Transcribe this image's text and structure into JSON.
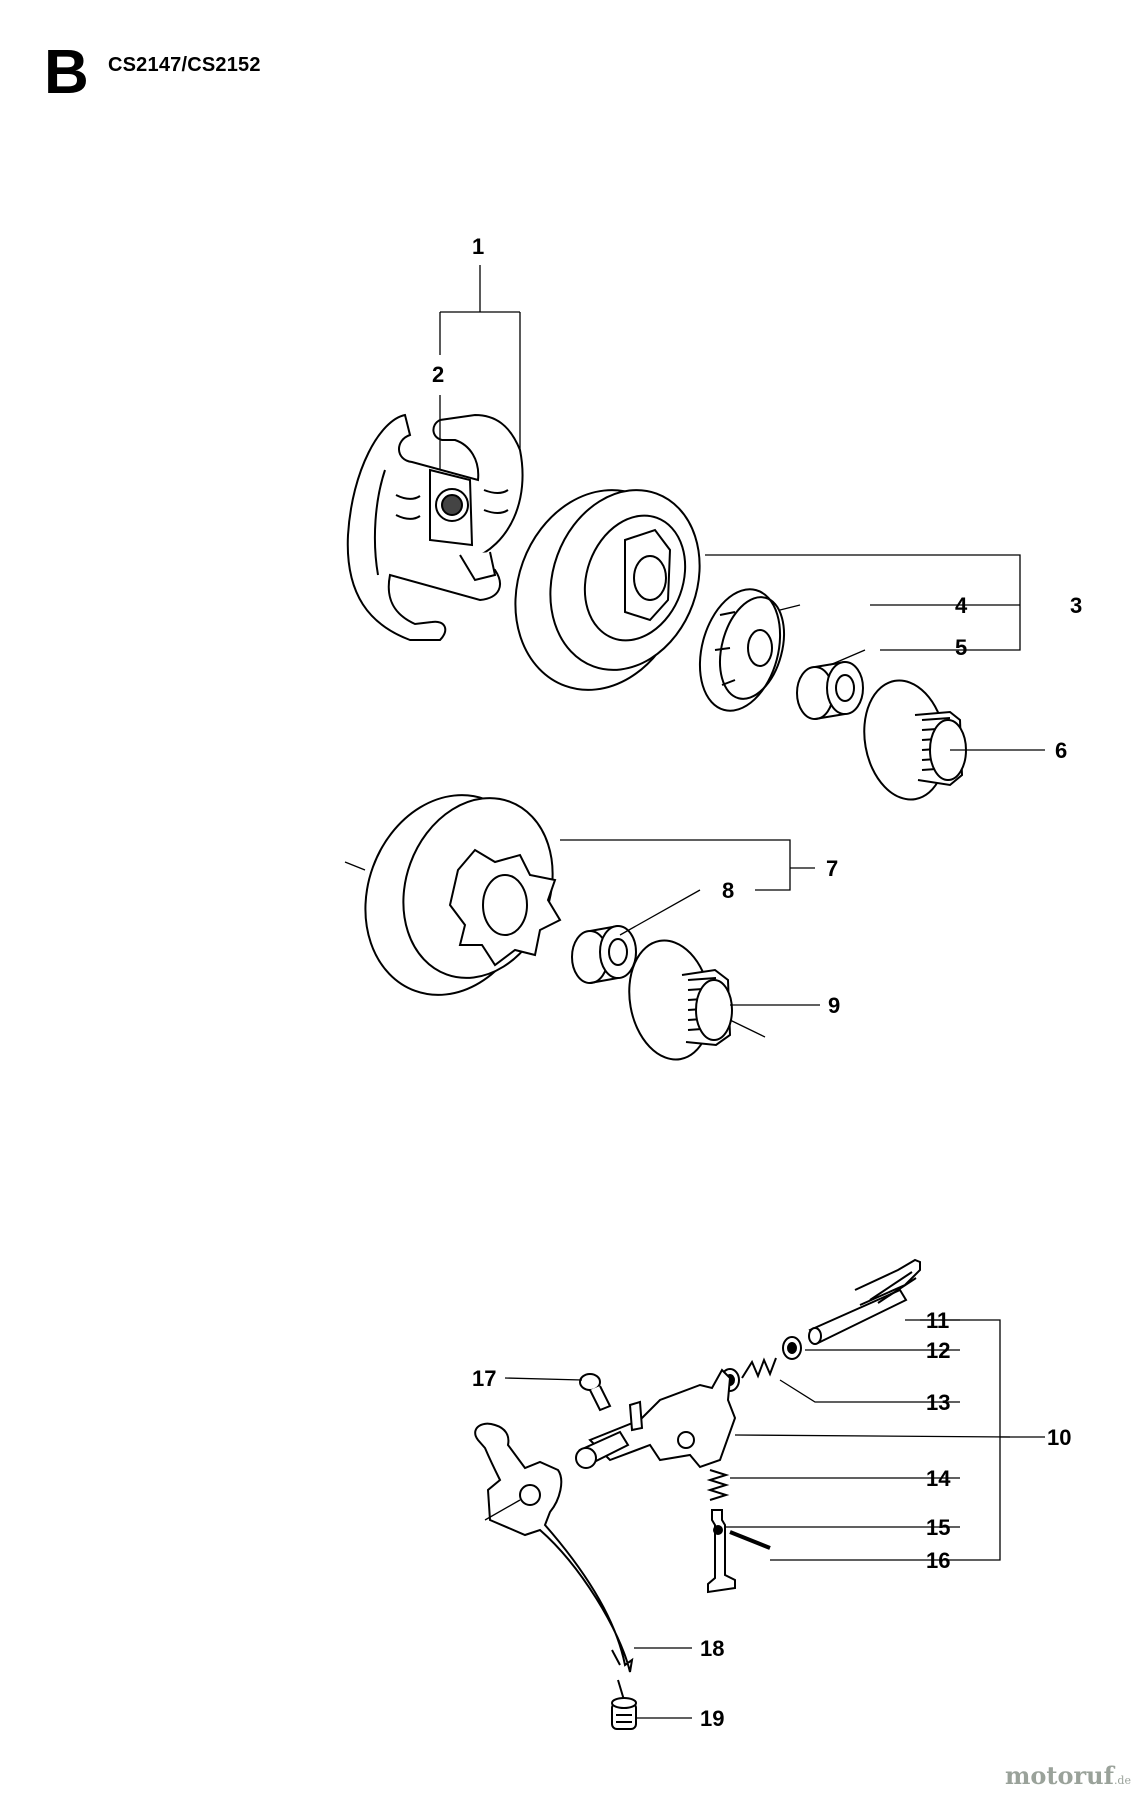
{
  "header": {
    "section": "B",
    "models": "CS2147/CS2152"
  },
  "watermark": {
    "brand": "motoruf",
    "suffix": ".de"
  },
  "callouts": {
    "c1": "1",
    "c2": "2",
    "c3": "3",
    "c4": "4",
    "c5": "5",
    "c6": "6",
    "c7": "7",
    "c8": "8",
    "c9": "9",
    "c10": "10",
    "c11": "11",
    "c12": "12",
    "c13": "13",
    "c14": "14",
    "c15": "15",
    "c16": "16",
    "c17": "17",
    "c18": "18",
    "c19": "19"
  }
}
